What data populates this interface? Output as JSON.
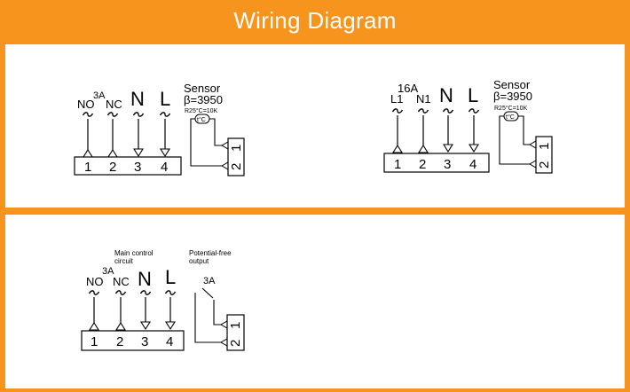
{
  "title": "Wiring Diagram",
  "d1": {
    "labels": [
      "NO",
      "NC",
      "N",
      "L"
    ],
    "current": "3A",
    "terminals": [
      "1",
      "2",
      "3",
      "4"
    ],
    "sensor": {
      "title": "Sensor",
      "beta": "β=3950",
      "r25": "R25°C=10K",
      "tc": "t°C",
      "terminals": [
        "1",
        "2"
      ]
    }
  },
  "d2": {
    "labels": [
      "L1",
      "N1",
      "N",
      "L"
    ],
    "current": "16A",
    "terminals": [
      "1",
      "2",
      "3",
      "4"
    ],
    "sensor": {
      "title": "Sensor",
      "beta": "β=3950",
      "r25": "R25°C=10K",
      "tc": "t°C",
      "terminals": [
        "1",
        "2"
      ]
    }
  },
  "d3": {
    "labels": [
      "NO",
      "NC",
      "N",
      "L"
    ],
    "current": "3A",
    "terminals": [
      "1",
      "2",
      "3",
      "4"
    ],
    "main_control": [
      "Main control",
      "circuit"
    ],
    "potential_free": [
      "Potential-free",
      "output"
    ],
    "output_current": "3A",
    "out_terminals": [
      "1",
      "2"
    ]
  }
}
